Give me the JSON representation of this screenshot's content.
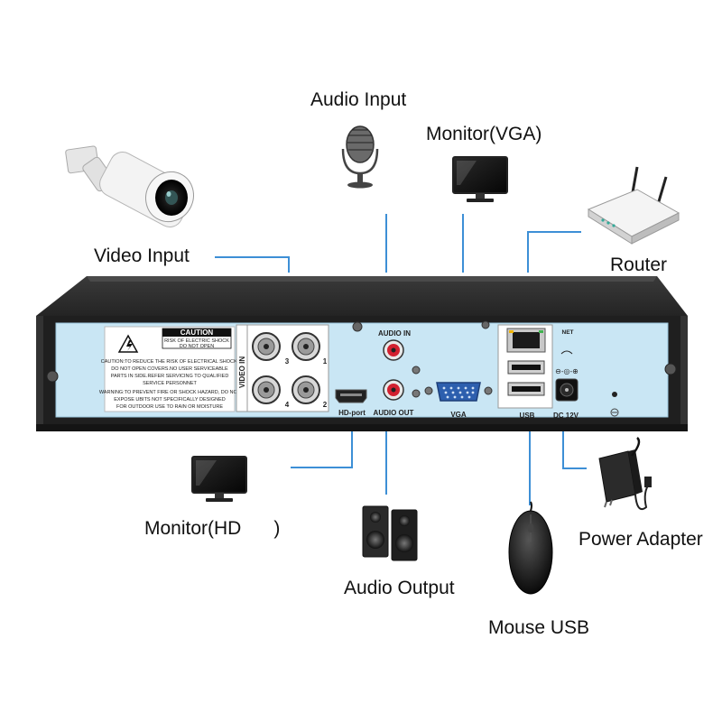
{
  "labels": {
    "audio_input": "Audio Input",
    "monitor_vga": "Monitor(VGA)",
    "video_input": "Video Input",
    "router": "Router",
    "monitor_hd": "Monitor(HD",
    "monitor_hd_close": ")",
    "audio_output": "Audio Output",
    "power_adapter": "Power Adapter",
    "mouse_usb": "Mouse USB"
  },
  "panel": {
    "caution_title": "CAUTION",
    "caution_sub1": "RISK OF ELECTRIC SHOCK",
    "caution_sub2": "DO NOT OPEN",
    "warning_lines": [
      "CAUTION:TO REDUCE THE RISK OF ELECTRICAL SHOCK,",
      "DO NOT OPEN COVERS.NO USER SERVICEABLE",
      "PARTS IN SIDE.REFER SERVICING TO QUALIFIED",
      "SERVICE PERSONNET",
      "WARNING:TO PREVENT FIRE OR SHOCK HAZARD, DO NOT",
      "EXPOSE UBITS NOT SPECIFICALLY DESIGNED",
      "FOR OUTDOOR USE TO RAIN OR MOISTURE"
    ],
    "video_in": "VIDEO IN",
    "bnc_numbers": [
      "3",
      "1",
      "4",
      "2"
    ],
    "audio_in": "AUDIO IN",
    "audio_out": "AUDIO OUT",
    "hd_port": "HD-port",
    "vga": "VGA",
    "net": "NET",
    "usb": "USB",
    "dc": "DC 12V"
  },
  "colors": {
    "connector_line": "#3d8fd6",
    "panel_face": "#c9e6f4",
    "chassis": "#2a2a2a"
  }
}
